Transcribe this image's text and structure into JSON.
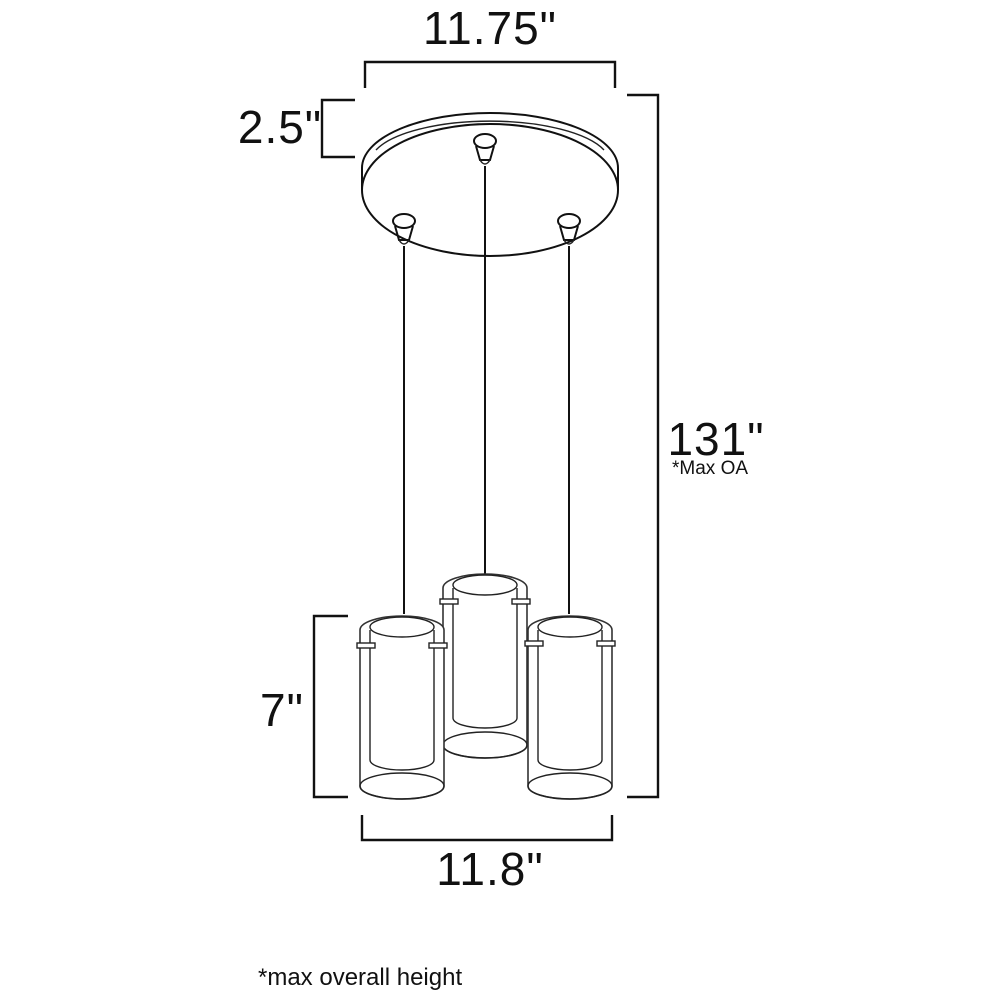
{
  "dimensions": {
    "canopy_width": "11.75\"",
    "canopy_height": "2.5\"",
    "overall_height": "131\"",
    "overall_height_note": "*Max OA",
    "shade_height": "7\"",
    "overall_width": "11.8\""
  },
  "footnote": "*max overall height"
}
